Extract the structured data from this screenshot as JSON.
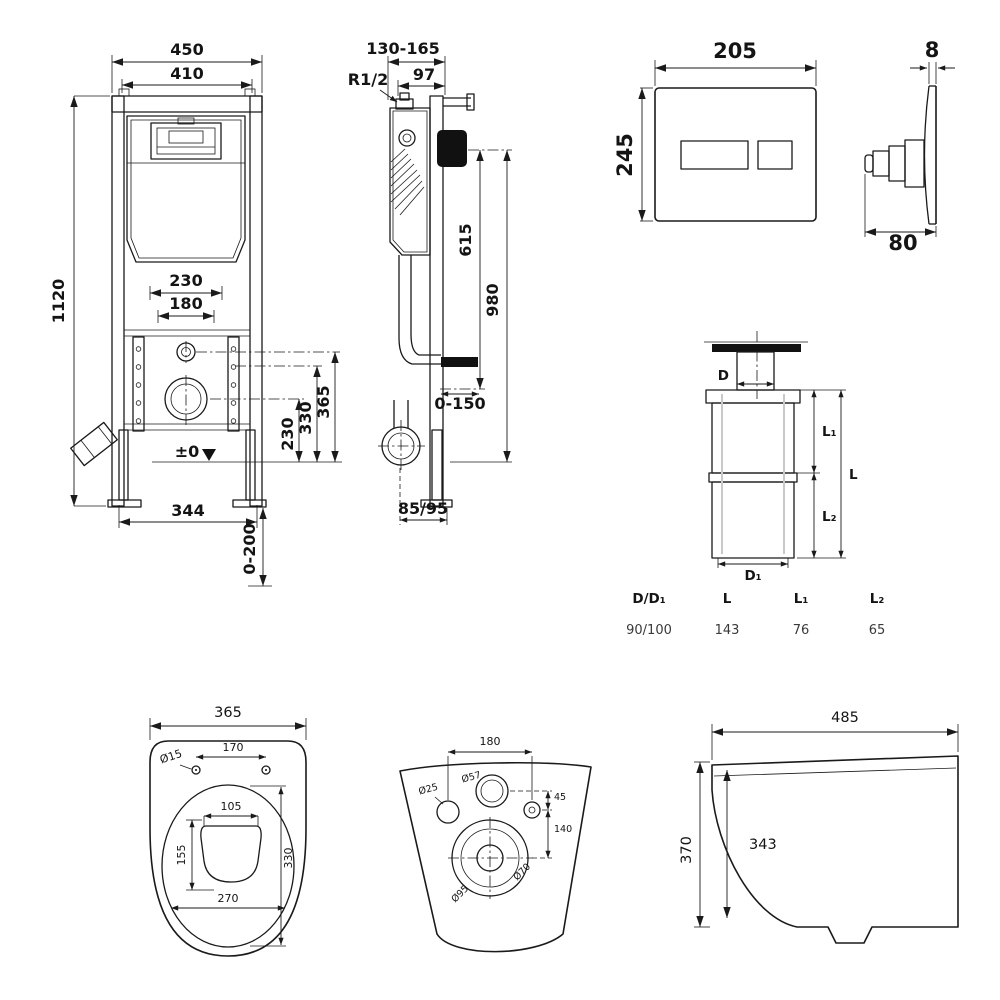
{
  "colors": {
    "ink": "#1a1a1a",
    "pipe_fill": "#ececec",
    "pipe_fill_dark": "#e2e2e2"
  },
  "frame_front": {
    "width_outer": "450",
    "width_inner": "410",
    "height_total": "1120",
    "bracket_span": "230",
    "bolt_span": "180",
    "h_small_port": "365",
    "h_mid": "330",
    "h_drain": "230",
    "floor_datum": "±0",
    "foot_span": "344",
    "foot_adjust": "0-200"
  },
  "frame_side": {
    "depth_range": "130-165",
    "front_offset": "97",
    "inlet_thread": "R1/2",
    "h_plate_to_outlet": "615",
    "h_plate": "980",
    "outlet_adjust": "0-150",
    "drain_offset": "85/95"
  },
  "flush_plate": {
    "front": {
      "width": "205",
      "height": "245"
    },
    "side": {
      "thickness": "8",
      "depth": "80"
    }
  },
  "connector": {
    "dim_d": "D",
    "dim_d1": "D₁",
    "dim_l": "L",
    "dim_l1": "L₁",
    "dim_l2": "L₂",
    "table": {
      "headers": [
        "D/D₁",
        "L",
        "L₁",
        "L₂"
      ],
      "values": [
        "90/100",
        "143",
        "76",
        "65"
      ]
    }
  },
  "bowl_top": {
    "width": "365",
    "hole_span": "170",
    "hole_dia": "Ø15",
    "inner_top_width": "105",
    "inner_depth": "155",
    "bowl_length": "330",
    "bowl_width": "270"
  },
  "bowl_back": {
    "hole_span": "180",
    "inlet_small": "Ø25",
    "inlet_large": "Ø57",
    "offset_side": "45",
    "offset_drain": "140",
    "drain_outer": "Ø95",
    "drain_inner": "Ø70"
  },
  "bowl_side": {
    "length": "485",
    "height_total": "370",
    "height_inner": "343"
  }
}
